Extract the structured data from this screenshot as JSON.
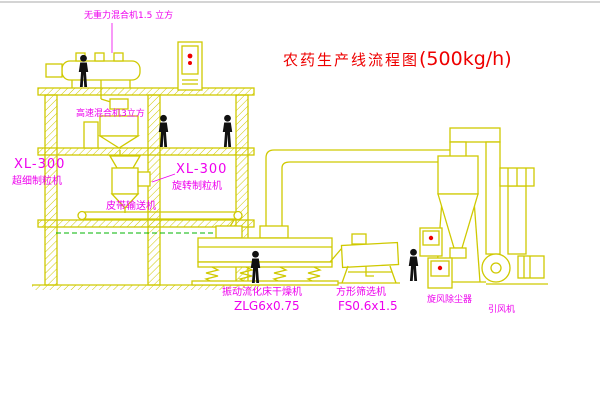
{
  "title": {
    "main": "农药生产线流程图",
    "capacity": "(500kg/h)"
  },
  "labels": {
    "mixer1": "无重力混合机1.5 立方",
    "mixer2": "高速混合机3立方",
    "granulator1_model": "XL-300",
    "granulator1_name": "超细制粒机",
    "granulator2_model": "XL-300",
    "granulator2_name": "旋转制粒机",
    "conveyor": "皮带输送机",
    "dryer_name": "振动流化床干燥机",
    "dryer_model": "ZLG6x0.75",
    "sieve_name": "方形筛选机",
    "sieve_model": "FS0.6x1.5",
    "cyclone": "旋风除尘器",
    "fan": "引风机"
  },
  "colors": {
    "line": "#cfc900",
    "label": "#ee00ee",
    "title": "#ee0000",
    "figure": "#111111",
    "indicator": "#ee0000",
    "centerline": "#00b400"
  }
}
